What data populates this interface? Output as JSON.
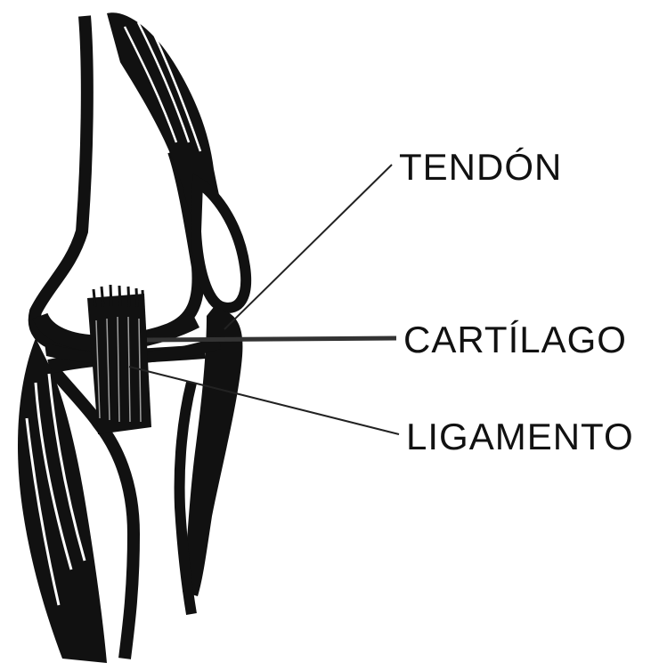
{
  "labels": {
    "tendon": "TENDÓN",
    "cartilage": "CARTÍLAGO",
    "ligament": "LIGAMENTO"
  },
  "colors": {
    "ink": "#111111",
    "paper": "#ffffff"
  }
}
